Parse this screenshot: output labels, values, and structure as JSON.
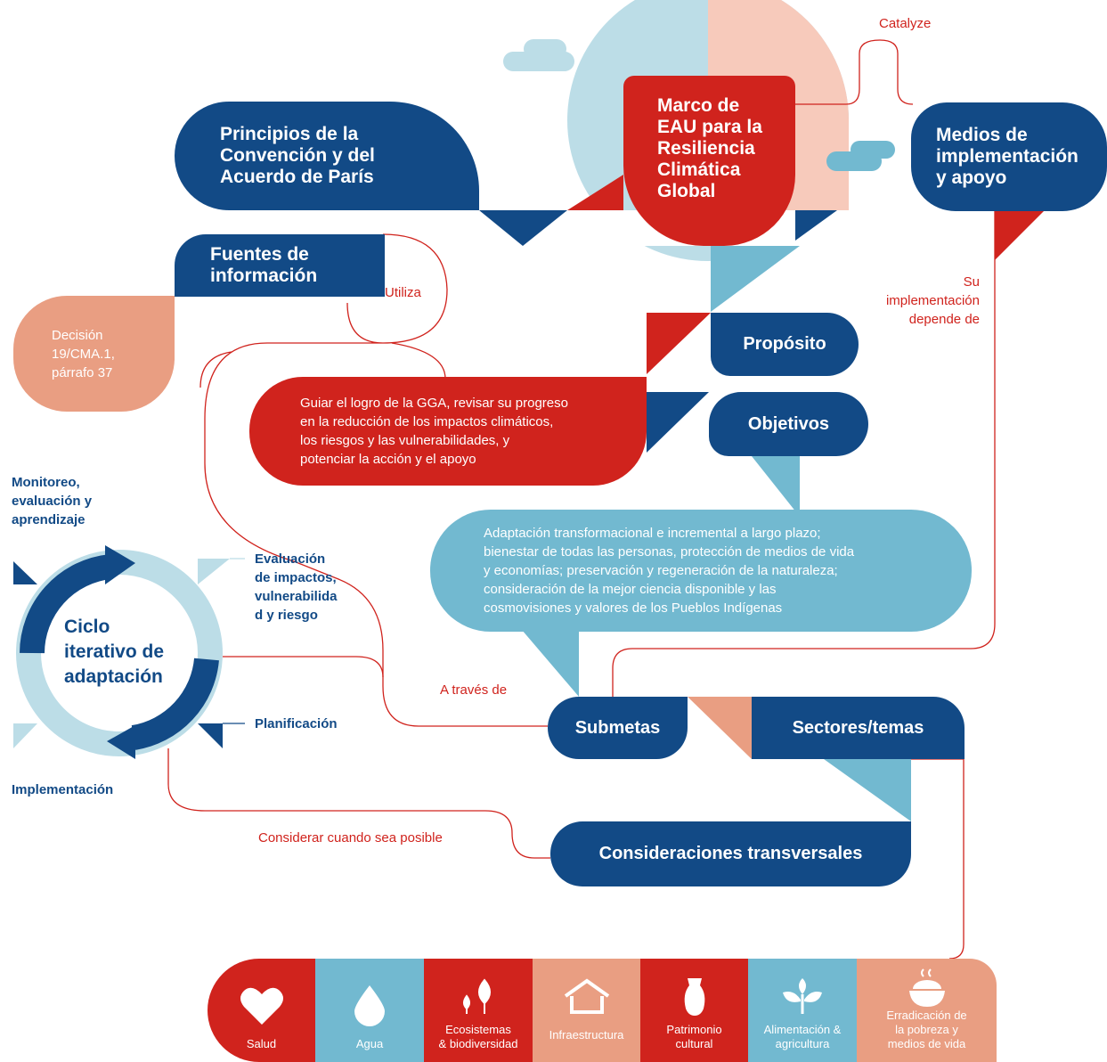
{
  "colors": {
    "navy": "#124a86",
    "red": "#d0231d",
    "light_blue": "#72b9d0",
    "pale_blue": "#bcdde7",
    "salmon": "#e99e82",
    "peach": "#f7cabb"
  },
  "nodes": {
    "marco": [
      "Marco de",
      "EAU para la",
      "Resiliencia",
      "Climática",
      "Global"
    ],
    "principios": [
      "Principios de la",
      "Convención y del",
      "Acuerdo de París"
    ],
    "medios": [
      "Medios de",
      "implementación",
      "y apoyo"
    ],
    "fuentes": [
      "Fuentes de",
      "información"
    ],
    "decision": [
      "Decisión",
      "19/CMA.1,",
      "párrafo 37"
    ],
    "proposito": "Propósito",
    "objetivos": "Objetivos",
    "guiar": [
      "Guiar el logro de la GGA, revisar su progreso",
      "en la reducción de los impactos climáticos,",
      "los riesgos y las vulnerabilidades, y",
      "potenciar la acción y el apoyo"
    ],
    "adaptacion": [
      "Adaptación transformacional e incremental a largo plazo;",
      "bienestar de todas las personas, protección de medios de vida",
      "y economías; preservación y regeneración de la naturaleza;",
      "consideración de la mejor ciencia disponible y las",
      "cosmovisiones y valores de los Pueblos Indígenas"
    ],
    "submetas": "Submetas",
    "sectores": "Sectores/temas",
    "transversales": "Consideraciones transversales"
  },
  "connector_labels": {
    "catalyze": "Catalyze",
    "utiliza": "Utiliza",
    "depende": [
      "Su",
      "implementación",
      "depende de"
    ],
    "traves": "A través de",
    "considerar": "Considerar cuando sea posible"
  },
  "cycle": {
    "title": [
      "Ciclo",
      "iterativo de",
      "adaptación"
    ],
    "monitoreo": [
      "Monitoreo,",
      "evaluación y",
      "aprendizaje"
    ],
    "evaluacion": [
      "Evaluación",
      "de impactos,",
      "vulnerabilida",
      "d y riesgo"
    ],
    "planificacion": "Planificación",
    "implementacion": "Implementación"
  },
  "sectors": [
    {
      "label": "Salud",
      "icon": "heart-icon",
      "color": "#d0231d"
    },
    {
      "label": "Agua",
      "icon": "water-drop-icon",
      "color": "#72b9d0"
    },
    {
      "label": "Ecosistemas\n& biodiversidad",
      "icon": "trees-icon",
      "color": "#d0231d"
    },
    {
      "label": "Infraestructura",
      "icon": "house-icon",
      "color": "#e99e82"
    },
    {
      "label": "Patrimonio\ncultural",
      "icon": "vase-icon",
      "color": "#d0231d"
    },
    {
      "label": "Alimentación &\nagricultura",
      "icon": "sprout-icon",
      "color": "#72b9d0"
    },
    {
      "label": "Erradicación de\nla pobreza y\nmedios de vida",
      "icon": "bowl-icon",
      "color": "#e99e82"
    }
  ]
}
